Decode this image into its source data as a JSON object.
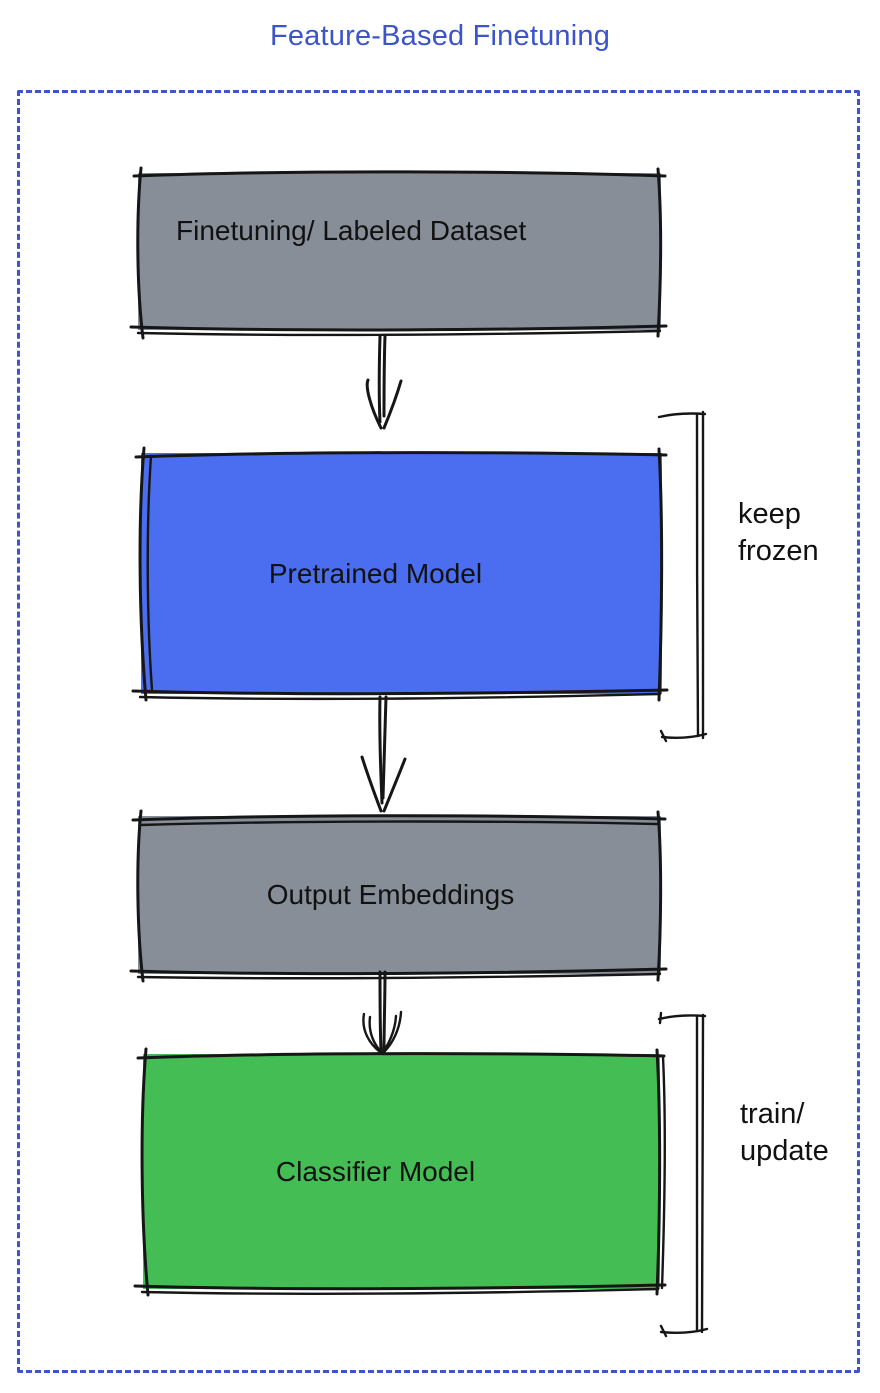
{
  "title": "Feature-Based Finetuning",
  "nodes": [
    {
      "id": "finetuning-dataset",
      "label": "Finetuning/ Labeled Dataset",
      "fill": "node_gray"
    },
    {
      "id": "pretrained-model",
      "label": "Pretrained Model",
      "fill": "node_blue"
    },
    {
      "id": "output-embeddings",
      "label": "Output Embeddings",
      "fill": "node_gray"
    },
    {
      "id": "classifier-model",
      "label": "Classifier Model",
      "fill": "node_green"
    }
  ],
  "annotations": [
    {
      "target": "pretrained-model",
      "lines": [
        "keep",
        "frozen"
      ]
    },
    {
      "target": "classifier-model",
      "lines": [
        "train/",
        "update"
      ]
    }
  ],
  "colors": {
    "title_blue": "#3C54CB",
    "frame_blue": "#3E56C9",
    "node_gray": "#878E98",
    "node_blue": "#4B6DF0",
    "node_green": "#45BD55",
    "ink": "#161616",
    "label_ink": "#111111"
  }
}
